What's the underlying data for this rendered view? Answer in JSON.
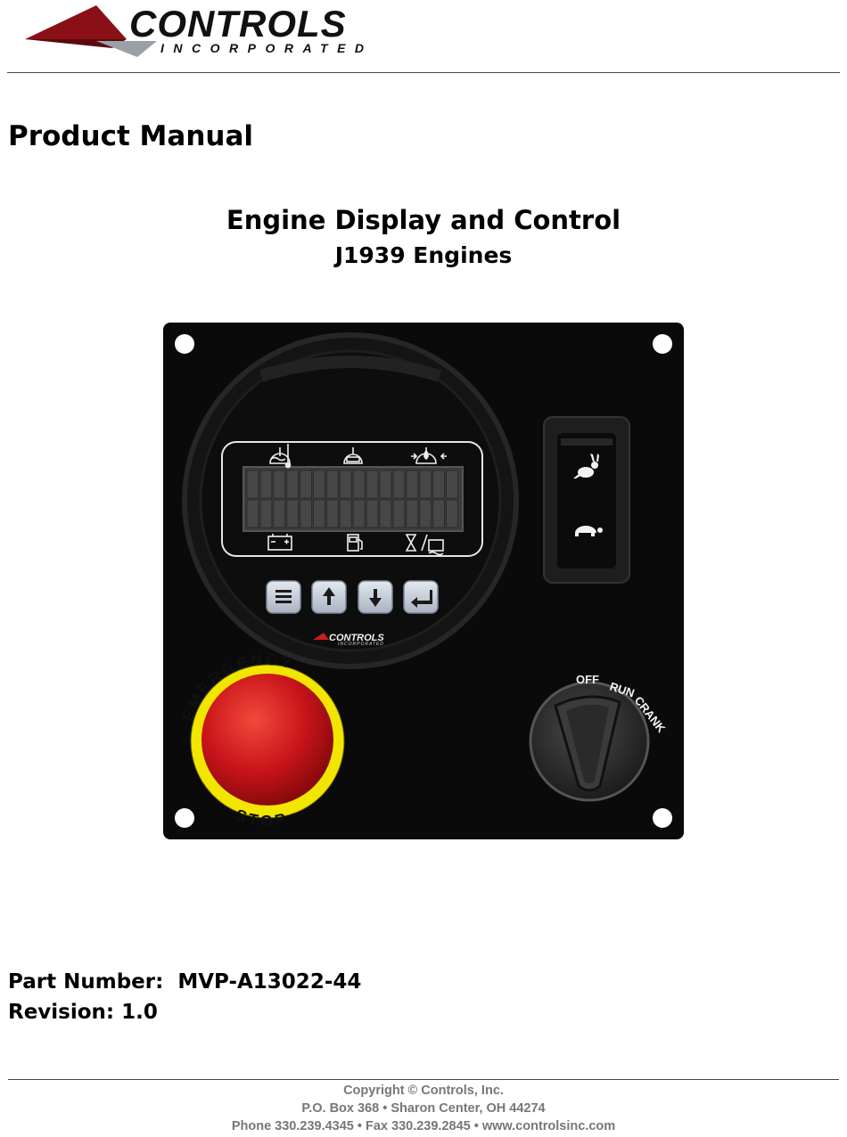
{
  "header": {
    "logo_brand": "CONTROLS",
    "logo_sub": "INCORPORATED"
  },
  "document": {
    "type": "Product Manual",
    "title": "Engine Display and Control",
    "subtitle": "J1939 Engines"
  },
  "device": {
    "lcd_icons_top": [
      "coolant-temperature-icon",
      "oil-pressure-icon",
      "fuel-oil-icon"
    ],
    "lcd_icons_bottom": [
      "battery-icon",
      "fuel-level-icon",
      "hour-meter-icon"
    ],
    "buttons": [
      "menu-icon",
      "arrow-up-icon",
      "arrow-down-icon",
      "enter-icon"
    ],
    "bezel_logo": "CONTROLS",
    "bezel_logo_sub": "INCORPORATED",
    "rocker_icons": [
      "rabbit-icon",
      "turtle-icon"
    ],
    "key_switch_labels": [
      "OFF",
      "RUN",
      "CRANK"
    ],
    "estop_text": "EMERGENCY STOP",
    "colors": {
      "panel": "#0a0a0a",
      "estop_red": "#d11a1a",
      "estop_ring": "#f2e600",
      "lcd": "#4a4a4a",
      "button": "#c8d0dc"
    }
  },
  "part": {
    "label": "Part Number:",
    "value": "MVP-A13022-44"
  },
  "revision": {
    "label": "Revision:",
    "value": "1.0"
  },
  "footer": {
    "copyright": "Copyright © Controls, Inc.",
    "address": "P.O. Box 368 • Sharon Center, OH 44274",
    "contact": "Phone 330.239.4345 • Fax 330.239.2845 • www.controlsinc.com"
  }
}
